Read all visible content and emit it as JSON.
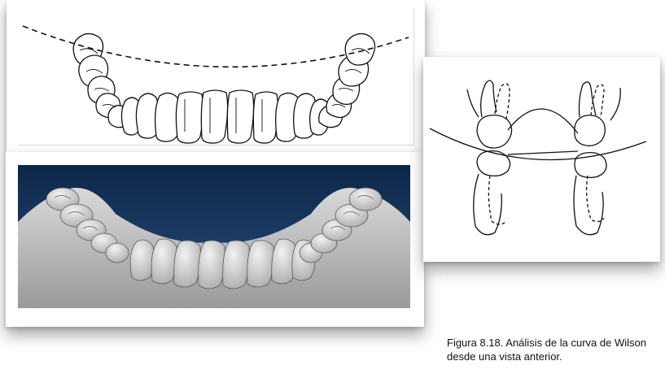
{
  "figure": {
    "caption": "Figura 8.18. Análisis de la curva de Wilson desde una vista anterior."
  },
  "panels": [
    {
      "name": "dental-arch-line-drawing",
      "style": "black-and-white line drawing"
    },
    {
      "name": "dental-arch-3d-scan",
      "style": "grey 3D render on dark blue gradient"
    },
    {
      "name": "wilson-curve-molar-diagram",
      "style": "black-and-white line diagram"
    }
  ],
  "colors": {
    "scan_background_top": "#10294a",
    "scan_background_bottom": "#6d7a8c",
    "scan_model": "#c9c9c9",
    "line": "#111111"
  }
}
